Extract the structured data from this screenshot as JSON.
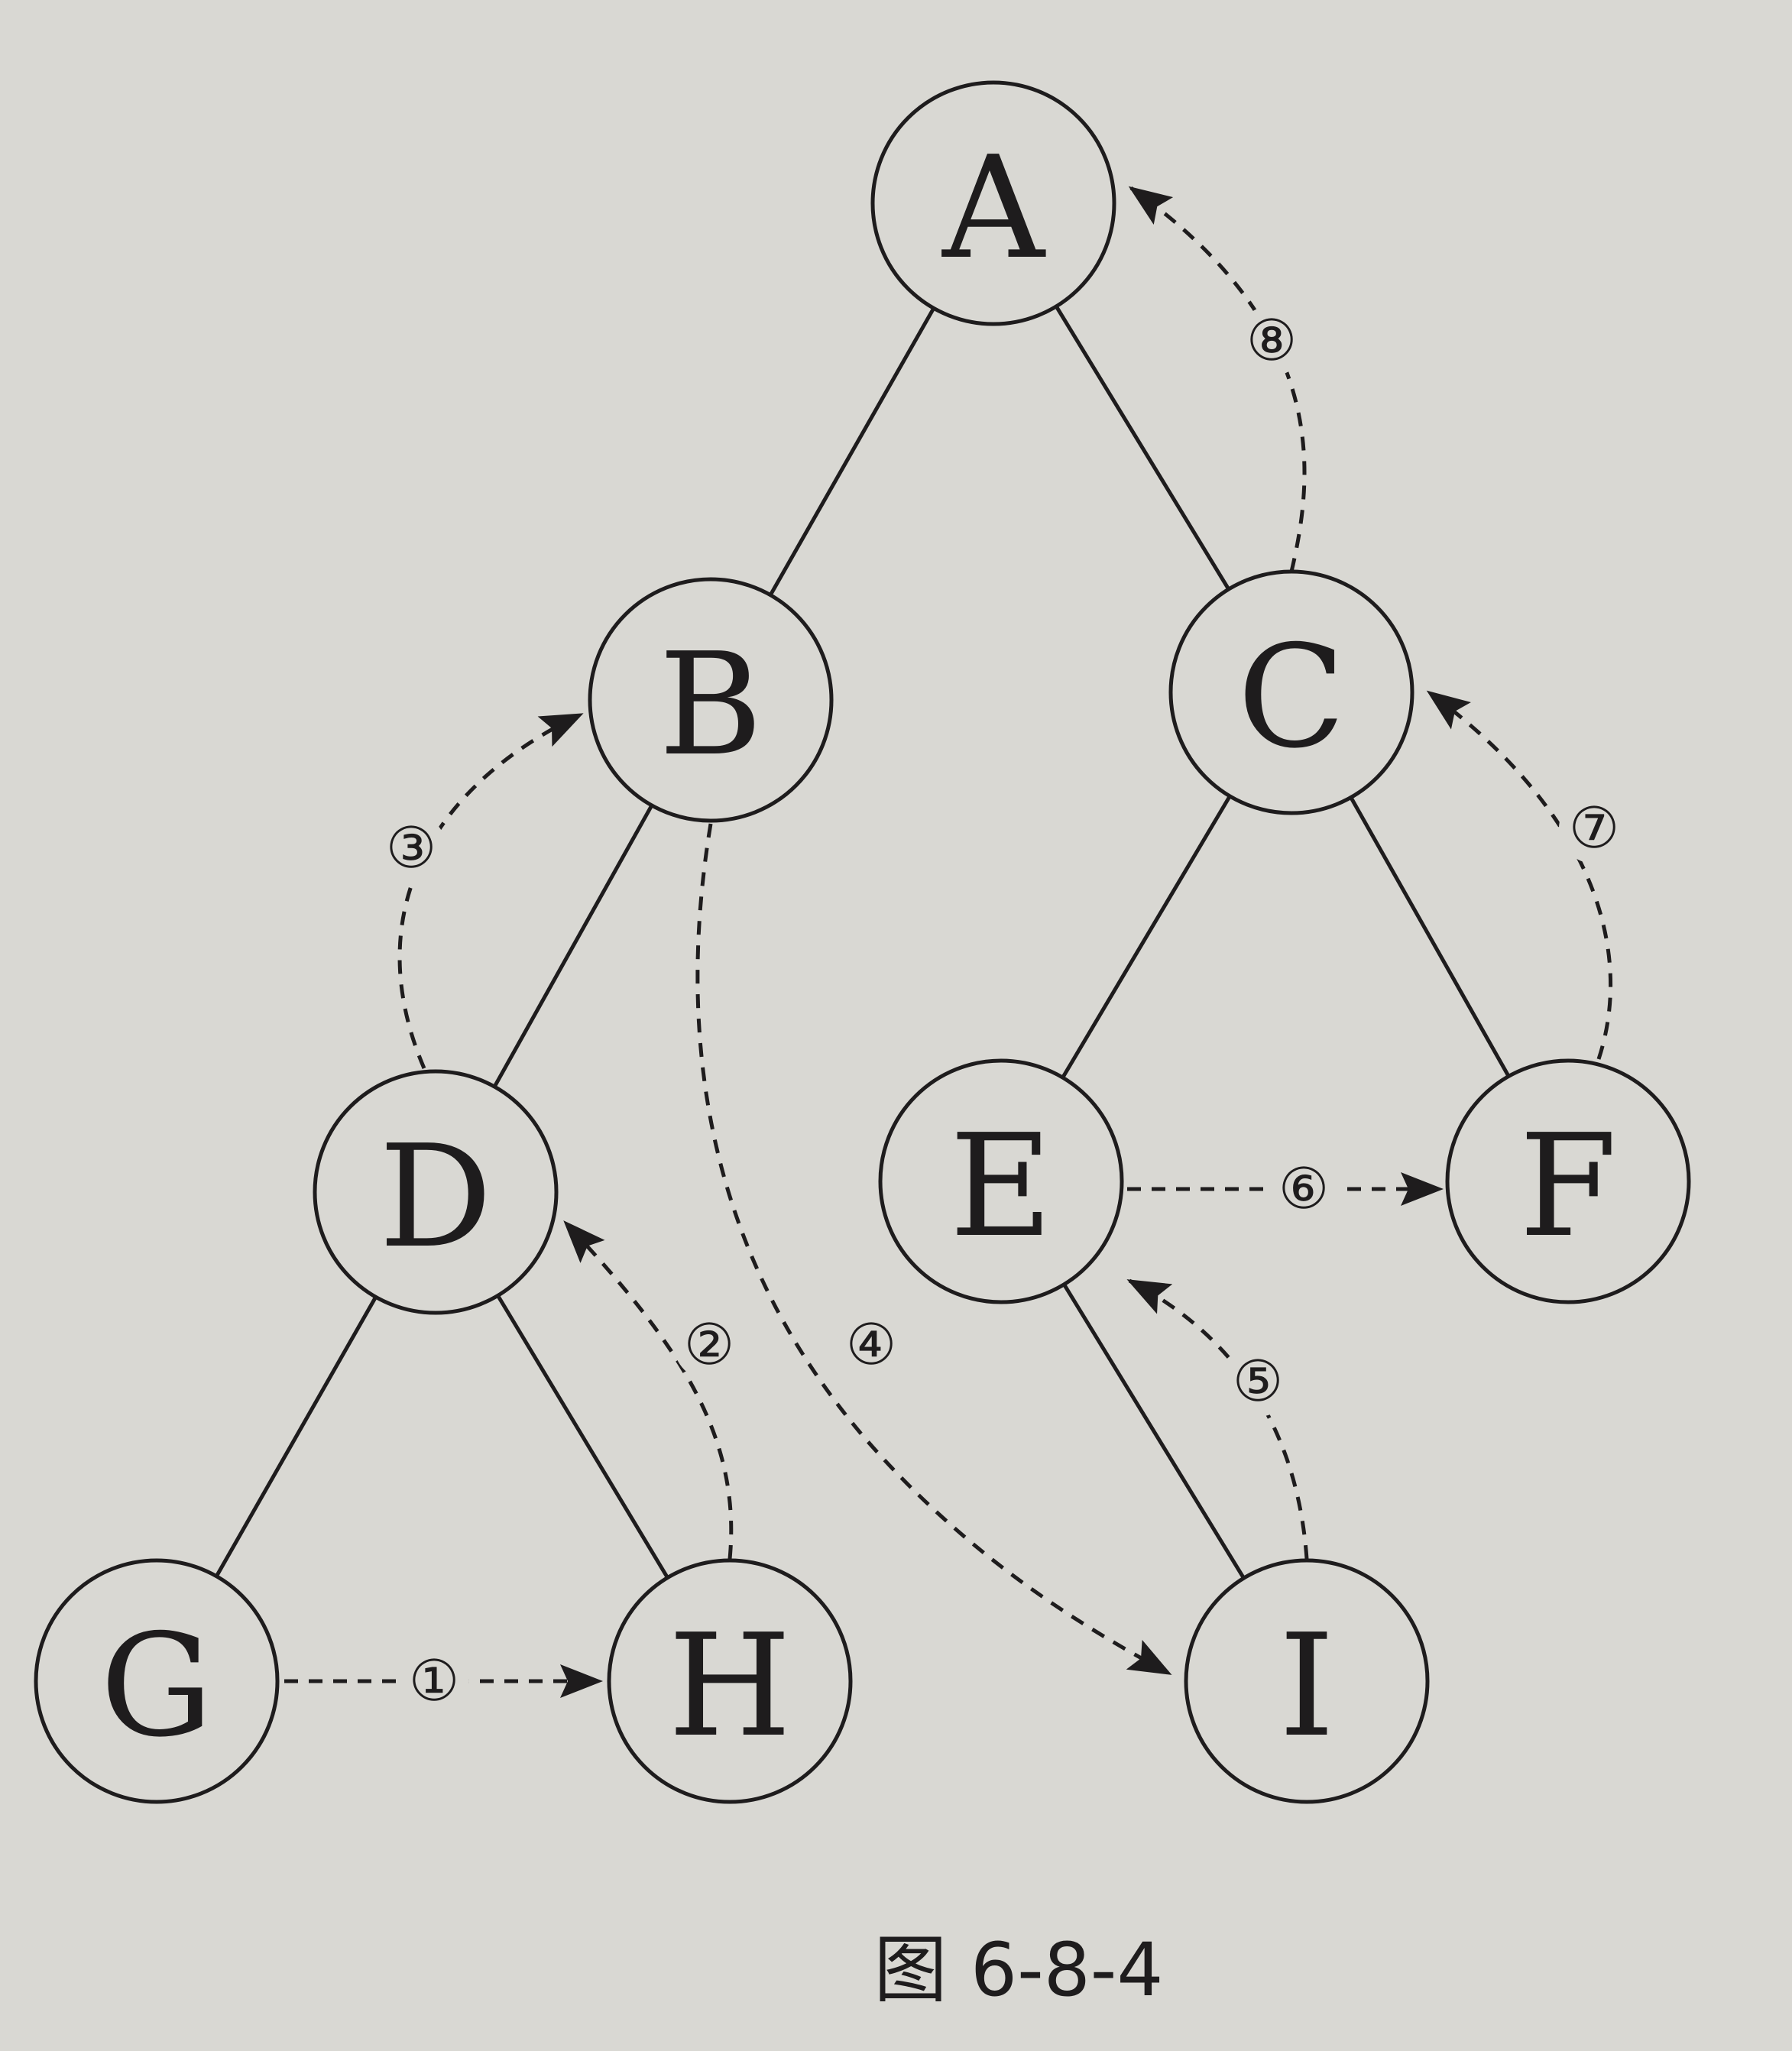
{
  "figure": {
    "caption": "图 6-8-4"
  },
  "tree": {
    "nodes": [
      {
        "id": "A",
        "label": "A"
      },
      {
        "id": "B",
        "label": "B"
      },
      {
        "id": "C",
        "label": "C"
      },
      {
        "id": "D",
        "label": "D"
      },
      {
        "id": "E",
        "label": "E"
      },
      {
        "id": "F",
        "label": "F"
      },
      {
        "id": "G",
        "label": "G"
      },
      {
        "id": "H",
        "label": "H"
      },
      {
        "id": "I",
        "label": "I"
      }
    ],
    "edges": [
      {
        "from": "A",
        "to": "B"
      },
      {
        "from": "A",
        "to": "C"
      },
      {
        "from": "B",
        "to": "D"
      },
      {
        "from": "C",
        "to": "E"
      },
      {
        "from": "C",
        "to": "F"
      },
      {
        "from": "D",
        "to": "G"
      },
      {
        "from": "D",
        "to": "H"
      },
      {
        "from": "E",
        "to": "I"
      }
    ],
    "threads": [
      {
        "label": "①",
        "from": "G",
        "to": "H"
      },
      {
        "label": "②",
        "from": "H",
        "to": "D"
      },
      {
        "label": "③",
        "from": "D",
        "to": "B"
      },
      {
        "label": "④",
        "from": "B",
        "to": "I"
      },
      {
        "label": "⑤",
        "from": "I",
        "to": "E"
      },
      {
        "label": "⑥",
        "from": "E",
        "to": "F"
      },
      {
        "label": "⑦",
        "from": "F",
        "to": "C"
      },
      {
        "label": "⑧",
        "from": "C",
        "to": "A"
      }
    ]
  }
}
